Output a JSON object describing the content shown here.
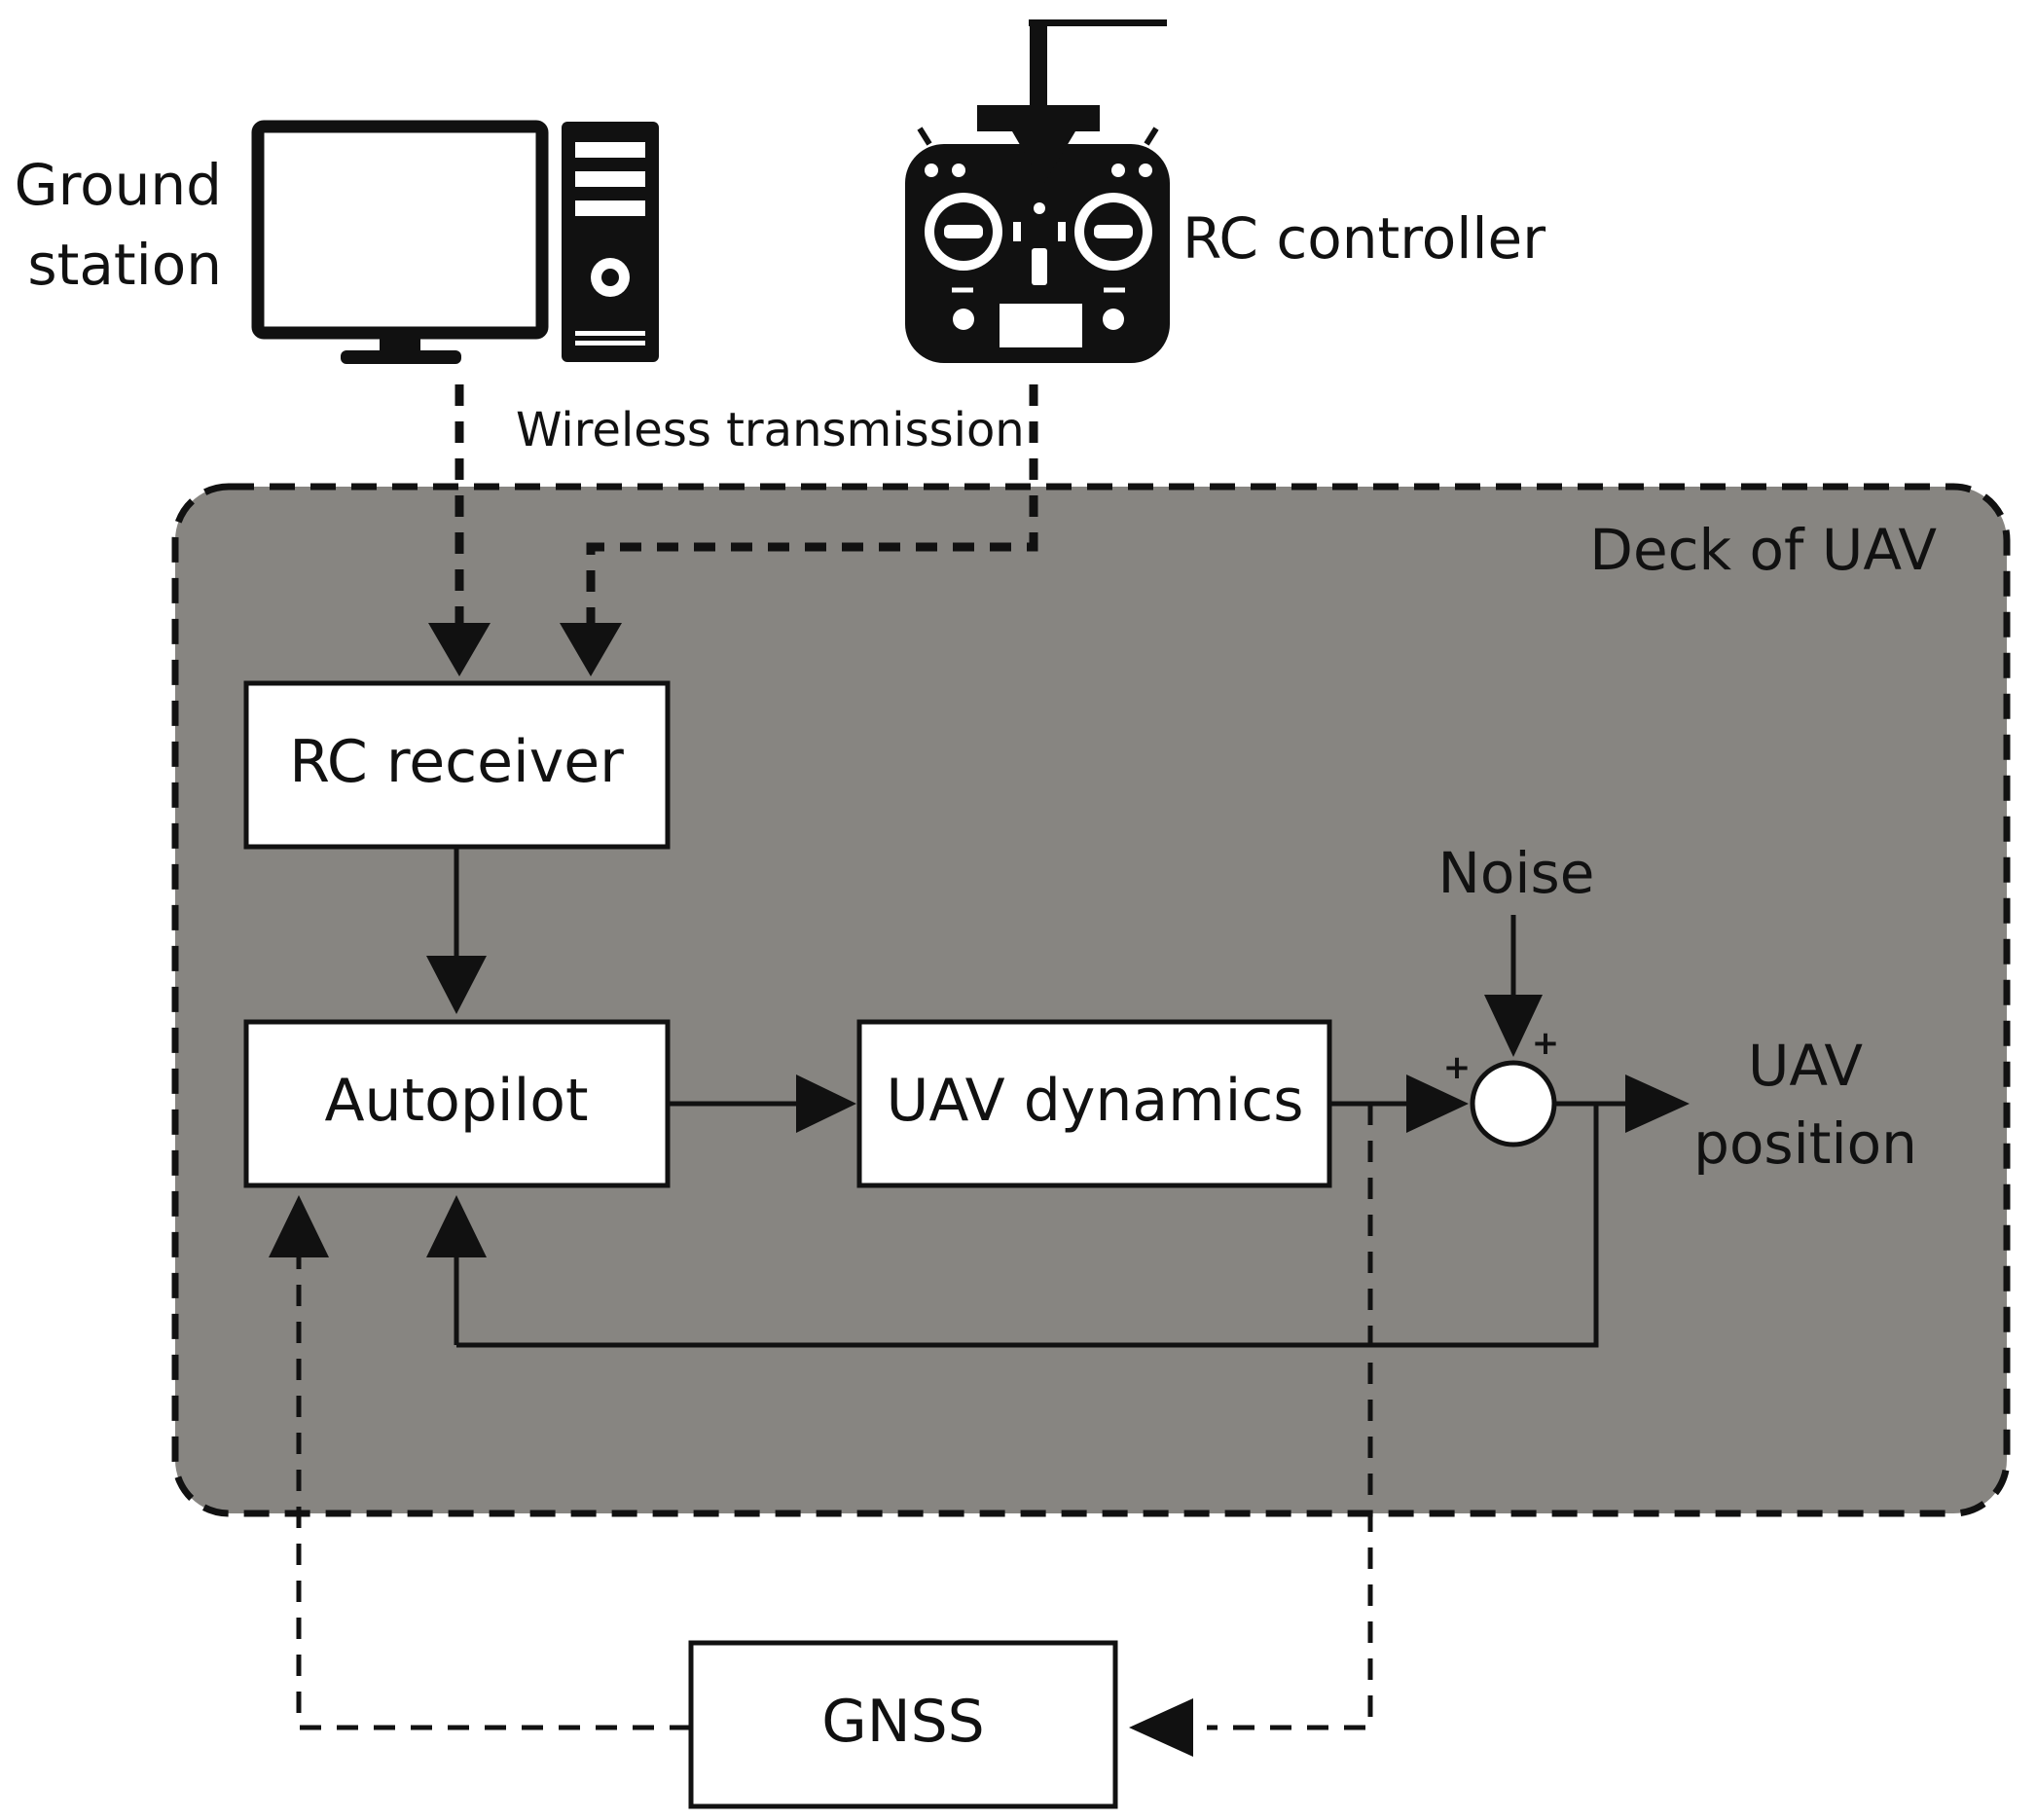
{
  "labels": {
    "ground_station_line1": "Ground",
    "ground_station_line2": "station",
    "rc_controller": "RC controller",
    "wireless_transmission": "Wireless transmission",
    "deck": "Deck of UAV",
    "noise": "Noise",
    "uav_position_line1": "UAV",
    "uav_position_line2": "position",
    "plus_left": "+",
    "plus_top": "+"
  },
  "blocks": {
    "rc_receiver": "RC receiver",
    "autopilot": "Autopilot",
    "uav_dynamics": "UAV dynamics",
    "gnss": "GNSS"
  },
  "icons": {
    "computer": "desktop-computer-icon",
    "controller": "rc-transmitter-icon"
  },
  "colors": {
    "deck_fill": "#878581",
    "stroke": "#111111",
    "box_fill": "#ffffff"
  }
}
